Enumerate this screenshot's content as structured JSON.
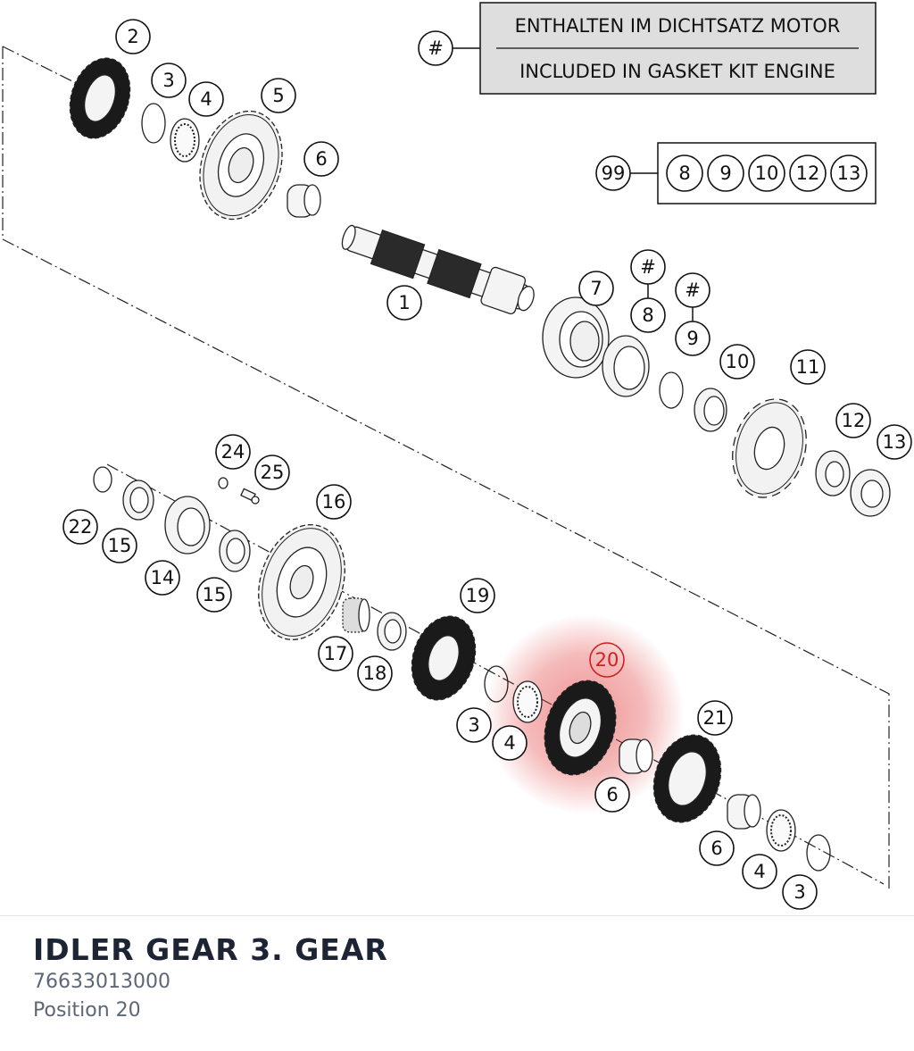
{
  "legend": {
    "hash_symbol": "#",
    "line_de": "ENTHALTEN IM DICHTSATZ MOTOR",
    "line_en": "INCLUDED IN GASKET KIT ENGINE"
  },
  "kit": {
    "number": "99",
    "items": [
      "8",
      "9",
      "10",
      "12",
      "13"
    ]
  },
  "callouts": {
    "c2": "2",
    "c3a": "3",
    "c4a": "4",
    "c5": "5",
    "c6a": "6",
    "c1": "1",
    "c7": "7",
    "h8": "#",
    "c8": "8",
    "h9": "#",
    "c9": "9",
    "c10": "10",
    "c11": "11",
    "c12": "12",
    "c13": "13",
    "c24": "24",
    "c25": "25",
    "c16": "16",
    "c22": "22",
    "c15a": "15",
    "c14": "14",
    "c15b": "15",
    "c19": "19",
    "c17": "17",
    "c18": "18",
    "c20": "20",
    "c3b": "3",
    "c4b": "4",
    "c6b": "6",
    "c21": "21",
    "c6c": "6",
    "c4c": "4",
    "c3c": "3"
  },
  "highlight_color": "#e23b3b",
  "selected": {
    "name": "IDLER GEAR 3. GEAR",
    "part_number": "76633013000",
    "position": "Position 20"
  }
}
